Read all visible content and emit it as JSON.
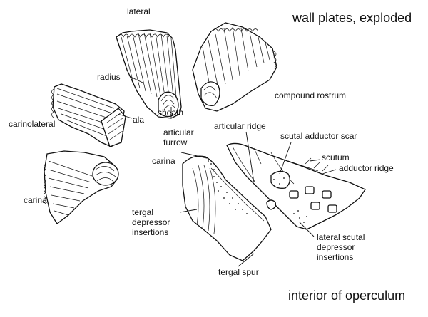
{
  "headings": {
    "top": "wall plates, exploded",
    "bottom": "interior of operculum"
  },
  "labels": {
    "lateral": "lateral",
    "radius": "radius",
    "sheath": "sheath",
    "compound_rostrum": "compound rostrum",
    "ala": "ala",
    "carinolateral": "carinolateral",
    "carina_plate": "carina",
    "articular_ridge": "articular ridge",
    "articular_furrow_1": "articular",
    "articular_furrow_2": "furrow",
    "scutal_adductor_scar": "scutal adductor scar",
    "carina_tergum": "carina",
    "scutum": "scutum",
    "adductor_ridge": "adductor ridge",
    "tergal_depressor_1": "tergal",
    "tergal_depressor_2": "depressor",
    "tergal_depressor_3": "insertions",
    "lateral_scutal_1": "lateral scutal",
    "lateral_scutal_2": "depressor",
    "lateral_scutal_3": "insertions",
    "tergal_spur": "tergal spur"
  }
}
